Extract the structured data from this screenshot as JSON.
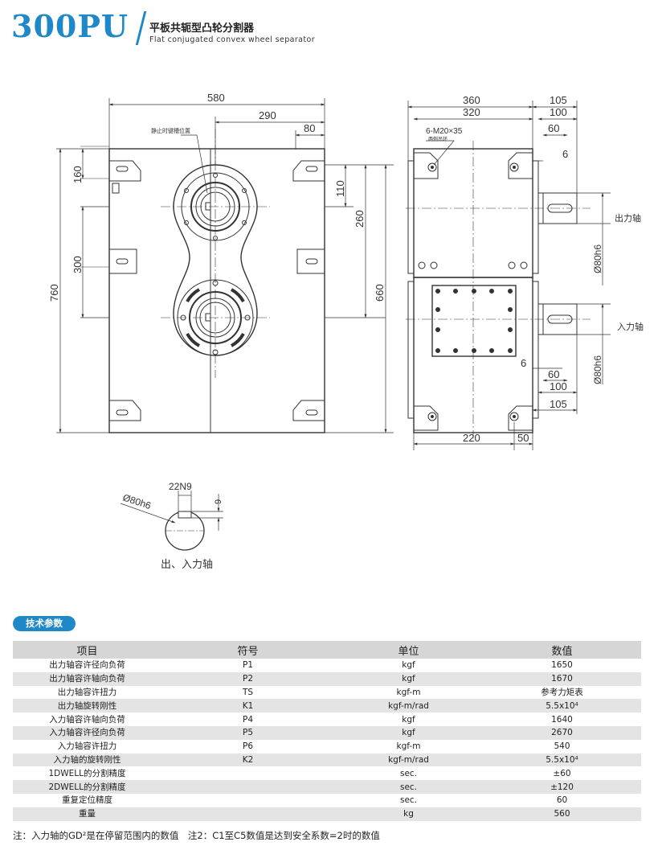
{
  "header": {
    "model": "300PU",
    "title_cn": "平板共轭型凸轮分割器",
    "title_en": "Flat conjugated convex wheel separator"
  },
  "drawing": {
    "front": {
      "dim_580": "580",
      "dim_290": "290",
      "dim_80": "80",
      "dim_160": "160",
      "dim_300": "300",
      "dim_760": "760",
      "dim_110": "110",
      "dim_260": "260",
      "dim_660": "660",
      "callout": "静止时键槽位置"
    },
    "side": {
      "dim_360": "360",
      "dim_320": "320",
      "dim_105_top": "105",
      "dim_100_top": "100",
      "dim_60_top": "60",
      "dim_6_top": "6",
      "bolt_note": "6-M20×35",
      "bolt_sub": "两侧吊环",
      "output_shaft": "出力轴",
      "input_shaft": "入力轴",
      "dia_out": "Ø80h6",
      "dia_in": "Ø80h6",
      "dim_6_bot": "6",
      "dim_60_bot": "60",
      "dim_100_bot": "100",
      "dim_105_bot": "105",
      "dim_220": "220",
      "dim_50": "50"
    },
    "detail": {
      "dia": "Ø80h6",
      "key": "22N9",
      "depth": "9",
      "caption": "出、入力轴"
    }
  },
  "specs": {
    "section_title": "技术参数",
    "headers": [
      "项目",
      "符号",
      "单位",
      "数值"
    ],
    "rows": [
      [
        "出力轴容许径向负荷",
        "P1",
        "kgf",
        "1650"
      ],
      [
        "出力轴容许轴向负荷",
        "P2",
        "kgf",
        "1670"
      ],
      [
        "出力轴容许扭力",
        "TS",
        "kgf-m",
        "参考力矩表"
      ],
      [
        "出力轴旋转刚性",
        "K1",
        "kgf-m/rad",
        "5.5x10⁴"
      ],
      [
        "入力轴容许轴向负荷",
        "P4",
        "kgf",
        "1640"
      ],
      [
        "入力轴容许径向负荷",
        "P5",
        "kgf",
        "2670"
      ],
      [
        "入力轴容许扭力",
        "P6",
        "kgf-m",
        "540"
      ],
      [
        "入力轴的旋转刚性",
        "K2",
        "kgf-m/rad",
        "5.5x10⁴"
      ],
      [
        "1DWELL的分割精度",
        "",
        "sec.",
        "±60"
      ],
      [
        "2DWELL的分割精度",
        "",
        "sec.",
        "±120"
      ],
      [
        "重复定位精度",
        "",
        "sec.",
        "60"
      ],
      [
        "重量",
        "",
        "kg",
        "560"
      ]
    ]
  },
  "note": "注：入力轴的GD²是在停留范围内的数值　注2：C1至C5数值是达到安全系数=2时的数值"
}
